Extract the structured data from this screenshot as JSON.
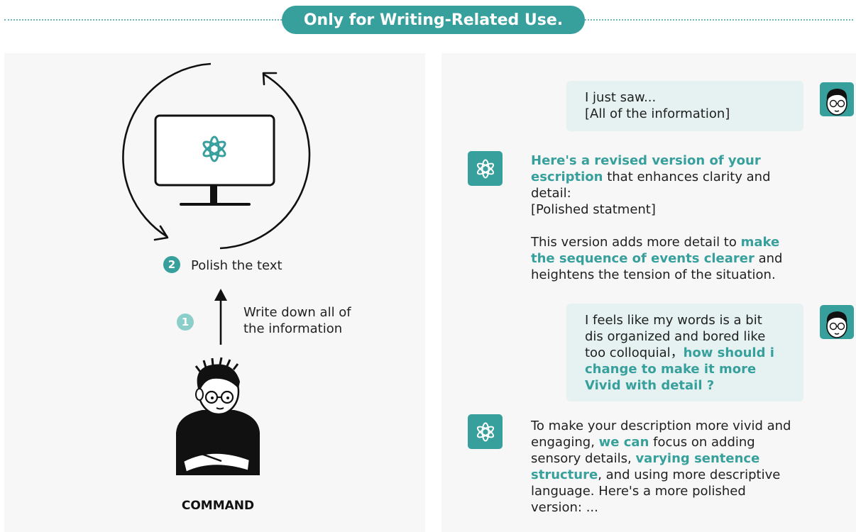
{
  "header": {
    "banner": "Only for Writing-Related Use."
  },
  "workflow": {
    "step1": {
      "number": "1",
      "label_line1": "Write down all of",
      "label_line2": "the information"
    },
    "step2": {
      "number": "2",
      "label": "Polish the text"
    },
    "person_label": "COMMAND"
  },
  "chat": {
    "msg1": {
      "line1": "I just saw...",
      "line2": "[All of the information]"
    },
    "reply1": {
      "hl1": "Here's a revised version of your",
      "hl2": "escription",
      "t2": " that enhances clarity and",
      "t3": "detail:",
      "t4": "[Polished statment]",
      "t5": "This version adds more detail to ",
      "hl5": "make",
      "hl6": "the sequence of events clearer",
      "t6": " and",
      "t7": "heightens the tension of the situation."
    },
    "msg2": {
      "line1": "I feels like my words is a bit",
      "line2": "dis organized and bored like",
      "line3": "too colloquial，",
      "hl3": "how should i",
      "hl4": "change to make it more",
      "hl5": "Vivid with detail ?"
    },
    "reply2": {
      "t1": "To make your description more vivid and",
      "t2": "engaging, ",
      "hl2": "we can",
      "t2b": " focus on adding",
      "t3": "sensory details, ",
      "hl3": "varying sentence",
      "hl4": "structure",
      "t4": ", and using more descriptive",
      "t5": "language. Here's a more polished",
      "t6": "version: ..."
    }
  },
  "colors": {
    "accent": "#37a09c",
    "accent_light": "#8ccfca",
    "bubble": "#e6f2f1",
    "panel": "#f7f7f7"
  },
  "icons": {
    "ai": "openai-knot-icon",
    "user": "user-avatar",
    "monitor": "monitor-icon"
  }
}
